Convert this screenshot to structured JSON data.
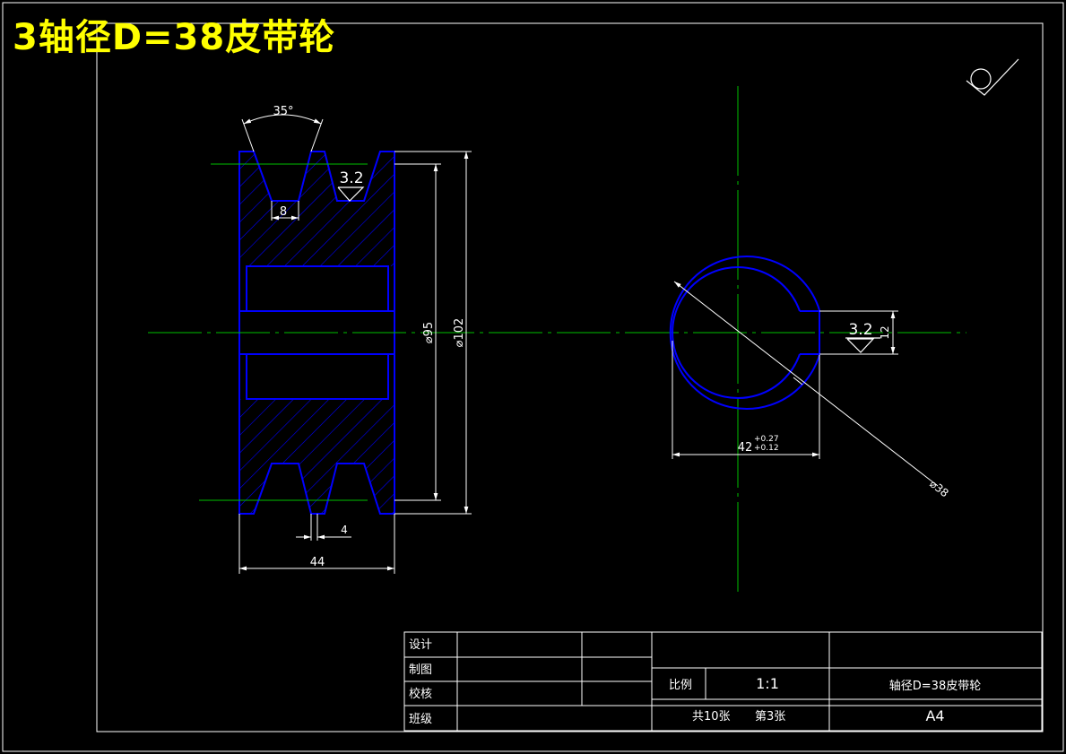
{
  "drawing_title": "3轴径D=38皮带轮",
  "colors": {
    "background": "#000000",
    "outline": "#0000ff",
    "hatch": "#0000ff",
    "centerline": "#00c000",
    "dimension": "#ffffff",
    "title": "#ffff00"
  },
  "section_view": {
    "groove_angle": "35°",
    "groove_bottom_width": "8",
    "groove_edge_gap": "4",
    "hub_width": "44",
    "inner_diameter": "⌀95",
    "outer_diameter": "⌀102",
    "surface_roughness": "3.2"
  },
  "end_view": {
    "bore_diameter": "⌀38",
    "keyway_width": "12",
    "keyway_depth": "42",
    "keyway_tol_upper": "+0.27",
    "keyway_tol_lower": "+0.12",
    "surface_roughness": "3.2"
  },
  "title_block": {
    "design_label": "设计",
    "drawing_label": "制图",
    "check_label": "校核",
    "class_label": "班级",
    "scale_label": "比例",
    "scale_value": "1:1",
    "part_name": "轴径D=38皮带轮",
    "sheet_total": "共10张",
    "sheet_number": "第3张",
    "paper_size": "A4"
  }
}
